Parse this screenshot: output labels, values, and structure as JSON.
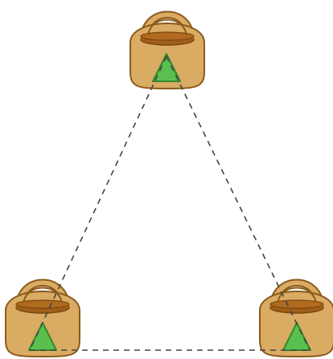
{
  "scene": {
    "background": "#ffffff",
    "baskets": [
      {
        "id": "top",
        "icon": "basket-icon",
        "content_icon": "green-triangle-icon"
      },
      {
        "id": "bottom-left",
        "icon": "basket-icon",
        "content_icon": "green-triangle-icon"
      },
      {
        "id": "bottom-right",
        "icon": "basket-icon",
        "content_icon": "green-triangle-icon"
      }
    ],
    "connections": [
      {
        "from": "top",
        "to": "bottom-left",
        "style": "dashed"
      },
      {
        "from": "top",
        "to": "bottom-right",
        "style": "dashed"
      },
      {
        "from": "bottom-left",
        "to": "bottom-right",
        "style": "dashed"
      }
    ],
    "colors": {
      "basket_body": "#d9ab63",
      "basket_outline": "#8b5a1a",
      "basket_rim": "#a05f17",
      "triangle_fill": "#5bbf4f",
      "triangle_outline": "#2f8a2b",
      "dashed_line": "#444444"
    }
  }
}
